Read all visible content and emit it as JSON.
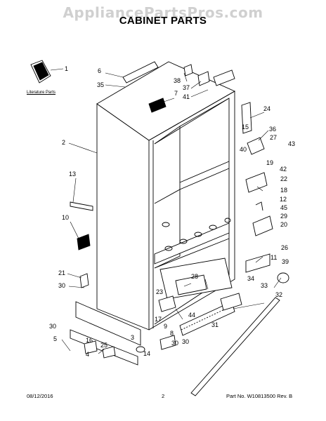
{
  "watermark": "AppliancePartsPros.com",
  "title": "CABINET PARTS",
  "literature_label": "Literature Parts",
  "footer": {
    "date": "08/12/2016",
    "page": "2",
    "part_rev": "Part No. W10813500  Rev. B"
  },
  "callouts": [
    {
      "id": "c1",
      "text": "1"
    },
    {
      "id": "c2",
      "text": "2"
    },
    {
      "id": "c3",
      "text": "3"
    },
    {
      "id": "c4",
      "text": "4"
    },
    {
      "id": "c5",
      "text": "5"
    },
    {
      "id": "c6",
      "text": "6"
    },
    {
      "id": "c7",
      "text": "7"
    },
    {
      "id": "c8",
      "text": "8"
    },
    {
      "id": "c9",
      "text": "9"
    },
    {
      "id": "c10",
      "text": "10"
    },
    {
      "id": "c11",
      "text": "11"
    },
    {
      "id": "c12",
      "text": "12"
    },
    {
      "id": "c13",
      "text": "13"
    },
    {
      "id": "c14",
      "text": "14"
    },
    {
      "id": "c15",
      "text": "15"
    },
    {
      "id": "c16",
      "text": "16"
    },
    {
      "id": "c17",
      "text": "17"
    },
    {
      "id": "c18",
      "text": "18"
    },
    {
      "id": "c19",
      "text": "19"
    },
    {
      "id": "c20",
      "text": "20"
    },
    {
      "id": "c21",
      "text": "21"
    },
    {
      "id": "c22",
      "text": "22"
    },
    {
      "id": "c23",
      "text": "23"
    },
    {
      "id": "c24",
      "text": "24"
    },
    {
      "id": "c25",
      "text": "25"
    },
    {
      "id": "c26",
      "text": "26"
    },
    {
      "id": "c27",
      "text": "27"
    },
    {
      "id": "c28",
      "text": "28"
    },
    {
      "id": "c29",
      "text": "29"
    },
    {
      "id": "c30a",
      "text": "30"
    },
    {
      "id": "c30b",
      "text": "30"
    },
    {
      "id": "c30c",
      "text": "30"
    },
    {
      "id": "c30d",
      "text": "30"
    },
    {
      "id": "c31",
      "text": "31"
    },
    {
      "id": "c32",
      "text": "32"
    },
    {
      "id": "c33",
      "text": "33"
    },
    {
      "id": "c34",
      "text": "34"
    },
    {
      "id": "c35",
      "text": "35"
    },
    {
      "id": "c36",
      "text": "36"
    },
    {
      "id": "c37",
      "text": "37"
    },
    {
      "id": "c38",
      "text": "38"
    },
    {
      "id": "c39",
      "text": "39"
    },
    {
      "id": "c40",
      "text": "40"
    },
    {
      "id": "c41",
      "text": "41"
    },
    {
      "id": "c42",
      "text": "42"
    },
    {
      "id": "c43",
      "text": "43"
    },
    {
      "id": "c44",
      "text": "44"
    },
    {
      "id": "c45",
      "text": "45"
    }
  ]
}
